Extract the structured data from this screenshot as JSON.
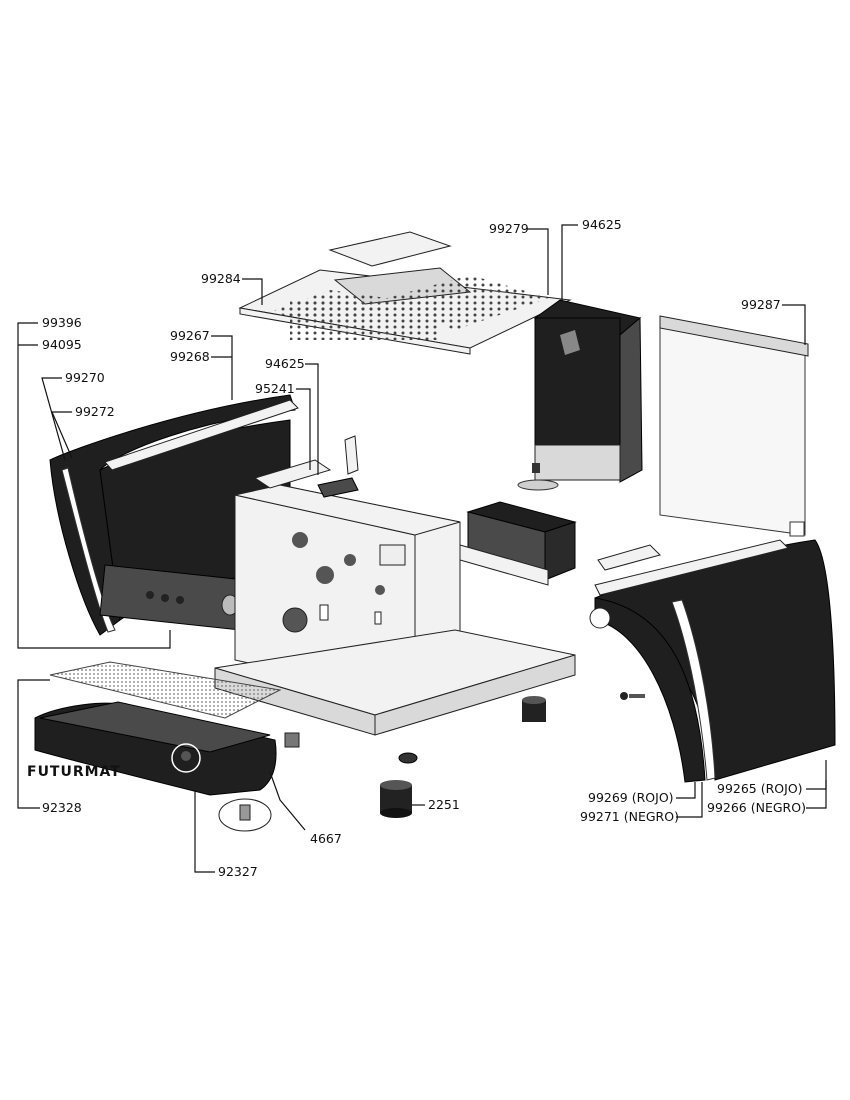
{
  "brand": "FUTURMAT",
  "labels": {
    "p99279": "99279",
    "p94625_top": "94625",
    "p99284": "99284",
    "p99287": "99287",
    "p99396": "99396",
    "p94095": "94095",
    "p99267": "99267",
    "p99268": "99268",
    "p99270": "99270",
    "p99272": "99272",
    "p94625_mid": "94625",
    "p95241": "95241",
    "p92328": "92328",
    "p4667": "4667",
    "p92327": "92327",
    "p2251": "2251",
    "p99269": "99269 (ROJO)",
    "p99271": "99271 (NEGRO)",
    "p99265": "99265 (ROJO)",
    "p99266": "99266 (NEGRO)"
  }
}
